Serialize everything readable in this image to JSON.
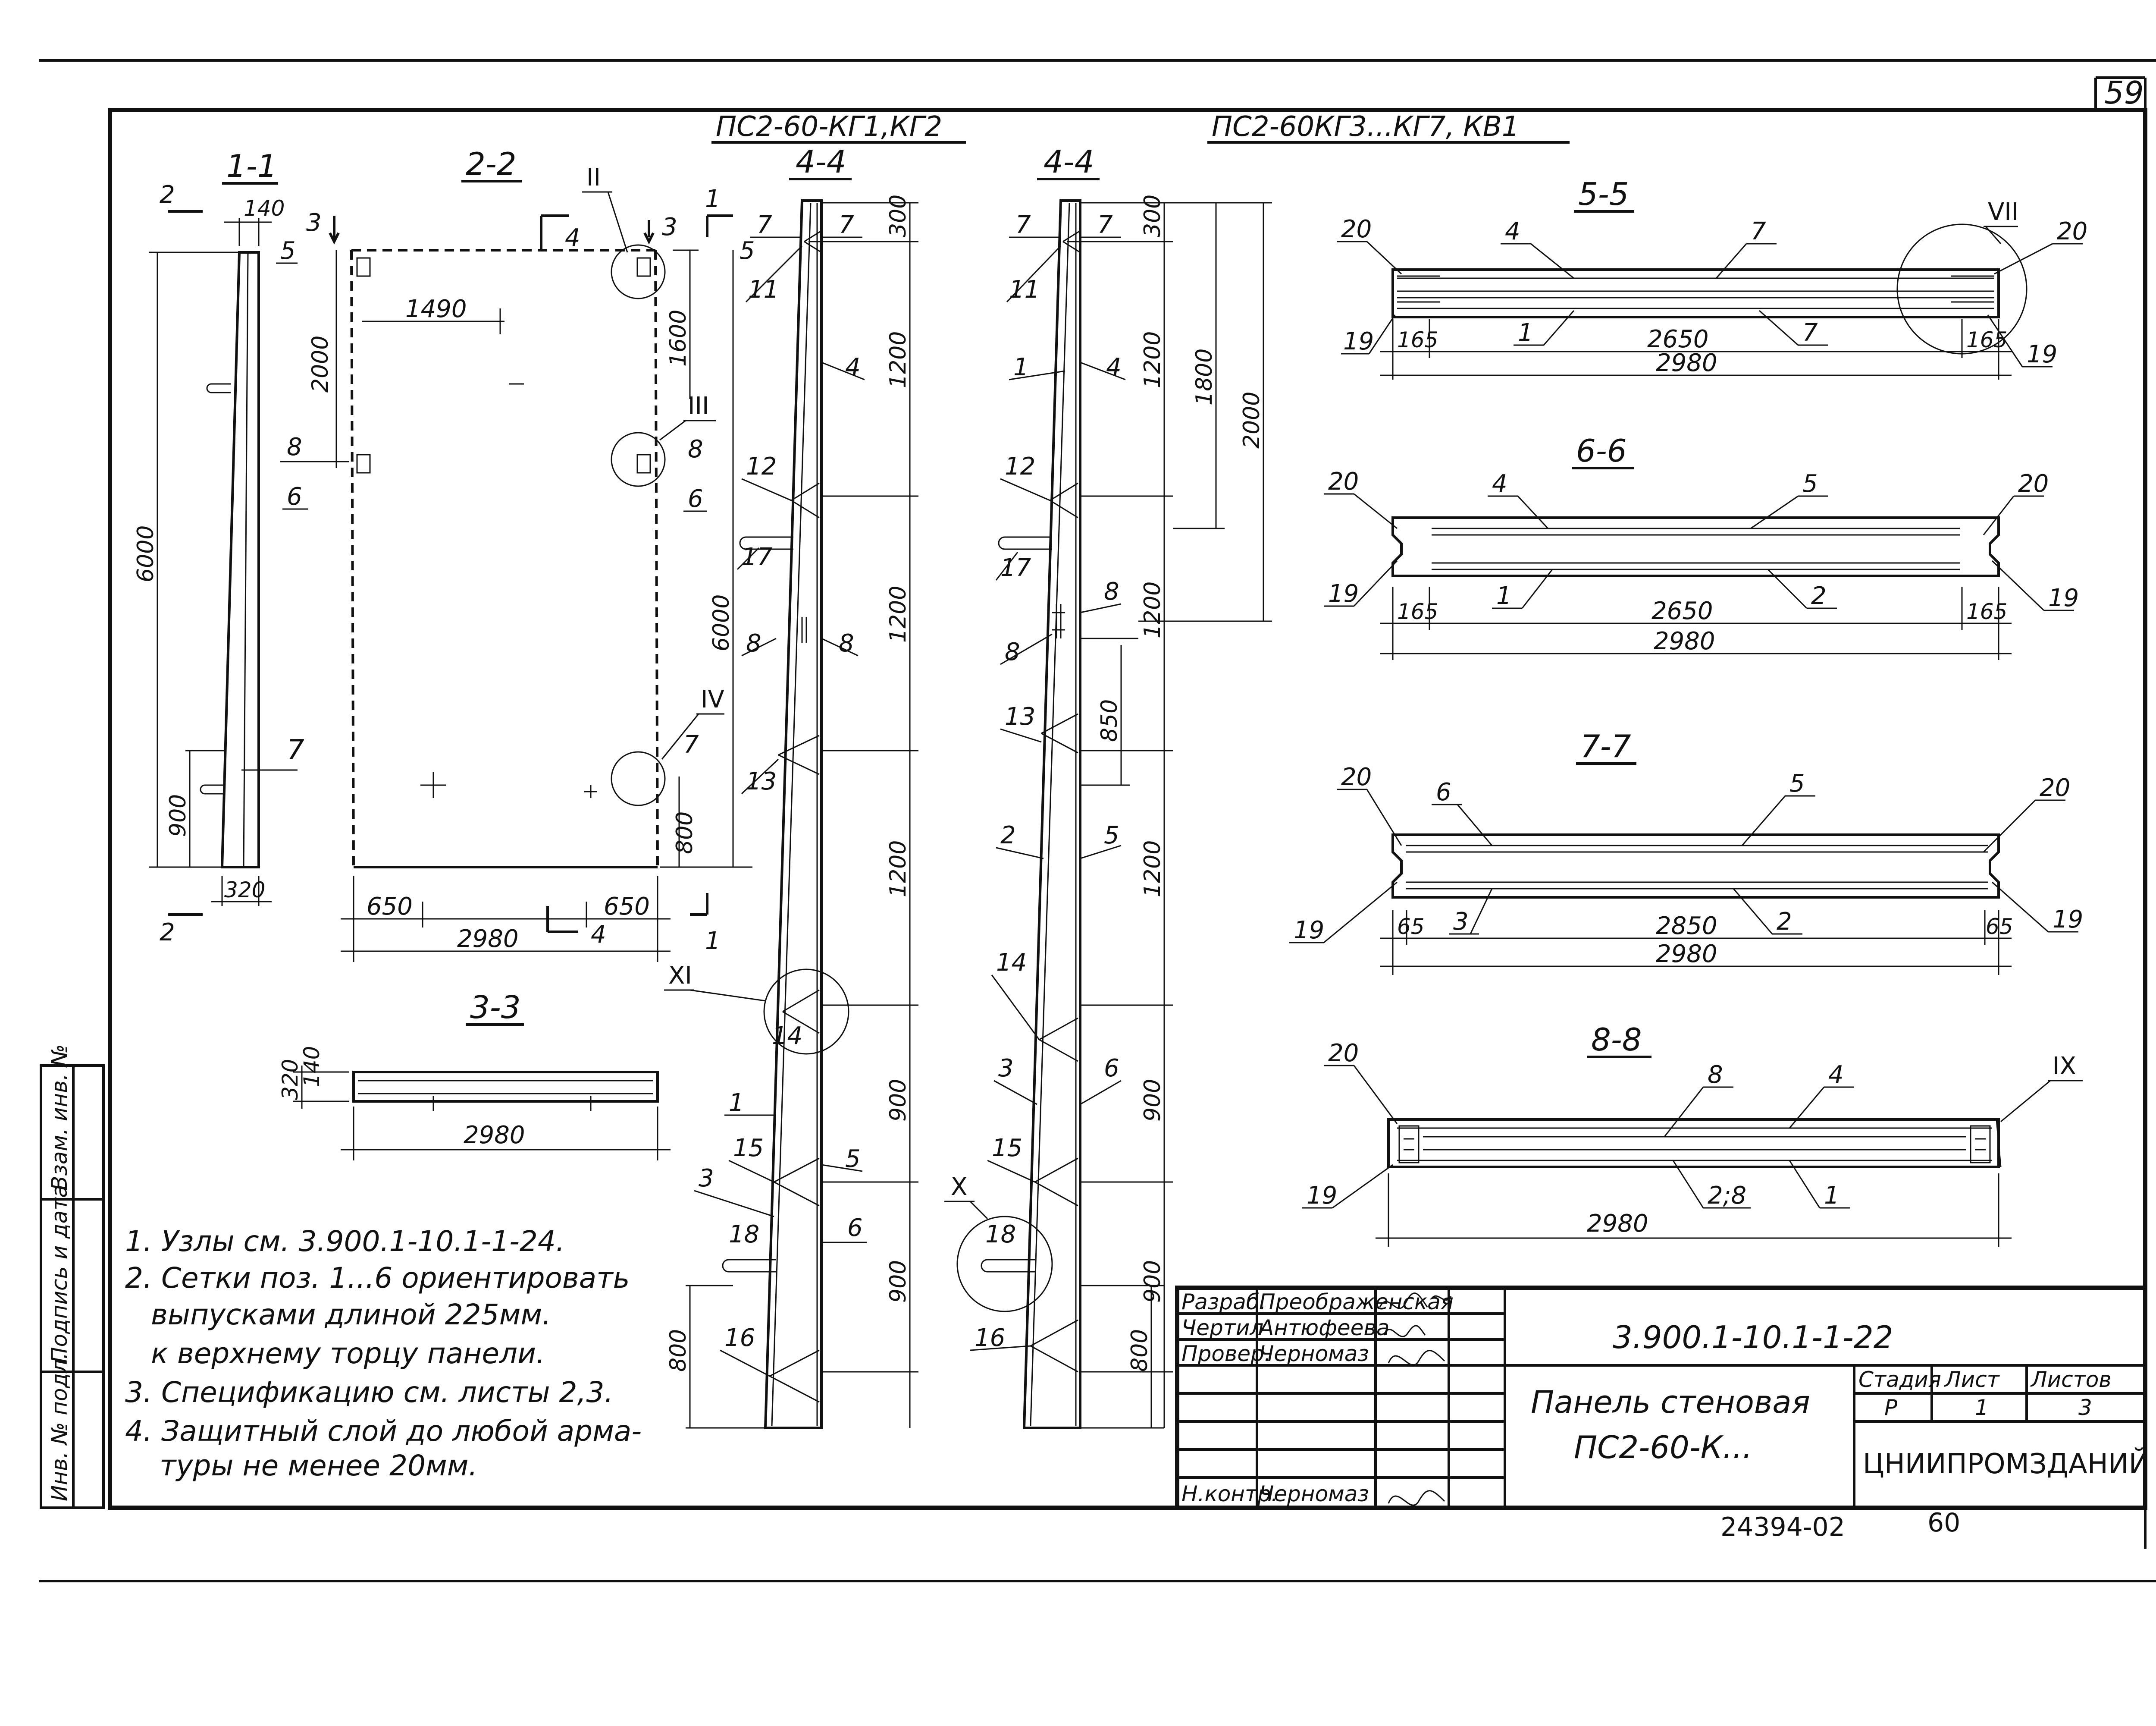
{
  "sheet": {
    "page_number": "59",
    "bottom_left_code": "24394-02",
    "bottom_right_number": "60"
  },
  "groups": {
    "left_header": "ПС2-60-КГ1,КГ2",
    "right_header": "ПС2-60КГ3...КГ7, КВ1"
  },
  "views": {
    "s11": {
      "title": "1-1",
      "cut": "2",
      "h_total": "6000",
      "h_bottom": "900",
      "w_top": "140",
      "w_bottom": "320",
      "lbl_5": "5",
      "lbl_6": "6",
      "lbl_7": "7",
      "lbl_2b": "2"
    },
    "s22": {
      "title": "2-2",
      "cut3": "3",
      "cut4": "4",
      "cut1": "1",
      "dim_2000": "2000",
      "dim_1490": "1490",
      "dim_1600": "1600",
      "dim_6000": "6000",
      "dim_800": "800",
      "dim_650a": "650",
      "dim_650b": "650",
      "dim_2980": "2980",
      "lbl_8a": "8",
      "lbl_8b": "8",
      "lbl_7": "7",
      "lbl_6a": "6",
      "lbl_6b": "6",
      "lbl_5": "5",
      "node_II": "II",
      "node_III": "III",
      "node_IV": "IV",
      "cut1b": "1",
      "cut4b": "4"
    },
    "s33": {
      "title": "3-3",
      "dim_320": "320",
      "dim_2980": "2980",
      "dim_140": "140"
    },
    "s44a": {
      "title": "4-4",
      "p7a": "7",
      "p7b": "7",
      "p11": "11",
      "p4": "4",
      "p12": "12",
      "p17": "17",
      "p8a": "8",
      "p8b": "8",
      "p13": "13",
      "p14": "14",
      "p1": "1",
      "p3": "3",
      "p5": "5",
      "p6": "6",
      "p15": "15",
      "p18": "18",
      "p16": "16",
      "d300": "300",
      "d1200a": "1200",
      "d1200b": "1200",
      "d1200c": "1200",
      "d900a": "900",
      "d900b": "900",
      "d800": "800",
      "node_XI": "XI"
    },
    "s44b": {
      "title": "4-4",
      "p7a": "7",
      "p7b": "7",
      "p11": "11",
      "p1": "1",
      "p4": "4",
      "p12": "12",
      "p17": "17",
      "p8a": "8",
      "p8b": "8",
      "p13": "13",
      "p2": "2",
      "p5": "5",
      "p14": "14",
      "p3": "3",
      "p6": "6",
      "p15": "15",
      "p18": "18",
      "p16": "16",
      "d300": "300",
      "d1200a": "1200",
      "d1800": "1800",
      "d2000": "2000",
      "d1200b": "1200",
      "d850": "850",
      "d1200c": "1200",
      "d900a": "900",
      "d900b": "900",
      "d800": "800",
      "node_X": "X"
    },
    "s55": {
      "title": "5-5",
      "p20a": "20",
      "p4": "4",
      "p7a": "7",
      "p20b": "20",
      "p19a": "19",
      "p1": "1",
      "p7b": "7",
      "p19b": "19",
      "d165a": "165",
      "d2650": "2650",
      "d165b": "165",
      "d2980": "2980",
      "node_VII": "VII"
    },
    "s66": {
      "title": "6-6",
      "p20a": "20",
      "p4": "4",
      "p5": "5",
      "p20b": "20",
      "p19a": "19",
      "p1": "1",
      "p2": "2",
      "p19b": "19",
      "d165a": "165",
      "d2650": "2650",
      "d165b": "165",
      "d2980": "2980"
    },
    "s77": {
      "title": "7-7",
      "p20a": "20",
      "p6": "6",
      "p5": "5",
      "p20b": "20",
      "p19a": "19",
      "p3": "3",
      "p2": "2",
      "p19b": "19",
      "d65a": "65",
      "d2850": "2850",
      "d65b": "65",
      "d2980": "2980"
    },
    "s88": {
      "title": "8-8",
      "p20": "20",
      "p8": "8",
      "p4": "4",
      "p19": "19",
      "p28": "2;8",
      "p1": "1",
      "d2980": "2980",
      "node_IX": "IX"
    }
  },
  "notes": [
    "1. Узлы см. 3.900.1-10.1-1-24.",
    "2. Сетки поз. 1...6 ориентировать",
    "выпусками длиной 225мм.",
    "к верхнему торцу панели.",
    "3. Спецификацию см. листы 2,3.",
    "4. Защитный слой до любой арма-",
    "туры не менее 20мм."
  ],
  "stamp_column": [
    "Инв. № подл.",
    "Подпись и дата",
    "Взам. инв. №"
  ],
  "title_block": {
    "roles": [
      "Разраб.",
      "Чертил",
      "Провер.",
      "",
      "",
      "Н.контр."
    ],
    "names": [
      "Преображенская",
      "Антюфеева",
      "Черномаз",
      "",
      "",
      "Черномаз"
    ],
    "code": "3.900.1-10.1-1-22",
    "title_line1": "Панель стеновая",
    "title_line2": "ПС2-60-К...",
    "stage_label": "Стадия",
    "sheet_label": "Лист",
    "sheets_label": "Листов",
    "stage": "Р",
    "sheet": "1",
    "sheets": "3",
    "org": "ЦНИИПРОМЗДАНИЙ"
  }
}
